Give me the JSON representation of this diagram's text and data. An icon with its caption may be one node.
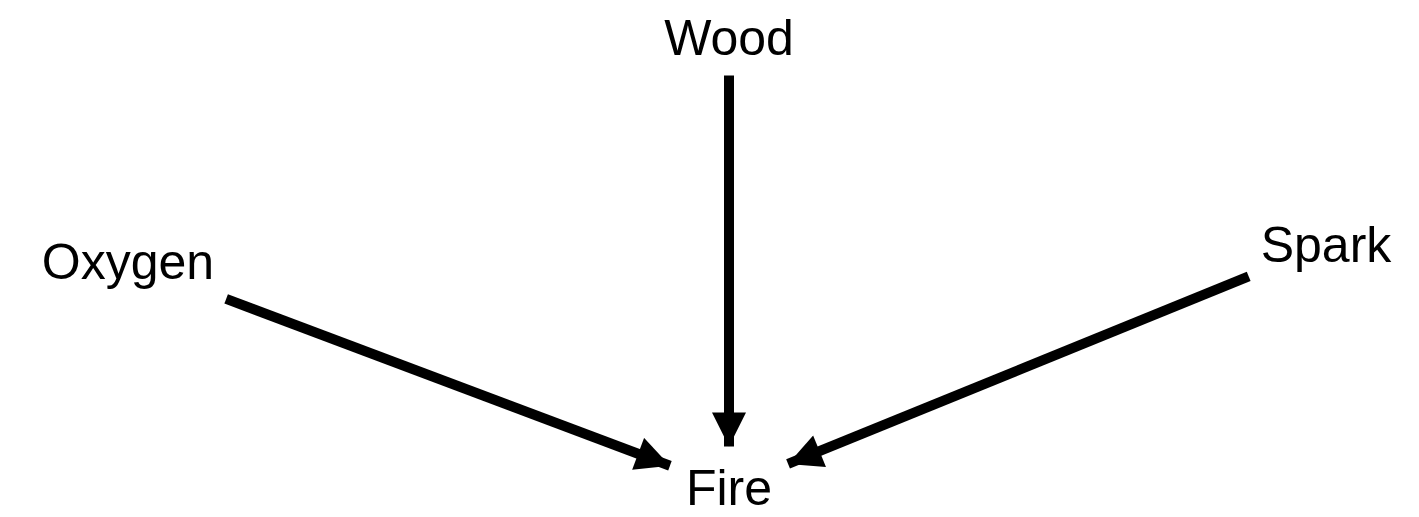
{
  "diagram": {
    "nodes": [
      {
        "text": [
          "Wood"
        ]
      },
      {
        "text": [
          "Oxygen"
        ]
      },
      {
        "text": [
          "Spark"
        ]
      },
      {
        "text": [
          "Fire"
        ]
      }
    ],
    "edges": [
      {
        "from": 0,
        "to": 3,
        "arrow": "to"
      },
      {
        "from": 1,
        "to": 3,
        "arrow": "to"
      },
      {
        "from": 2,
        "to": 3,
        "arrow": "to"
      }
    ]
  }
}
